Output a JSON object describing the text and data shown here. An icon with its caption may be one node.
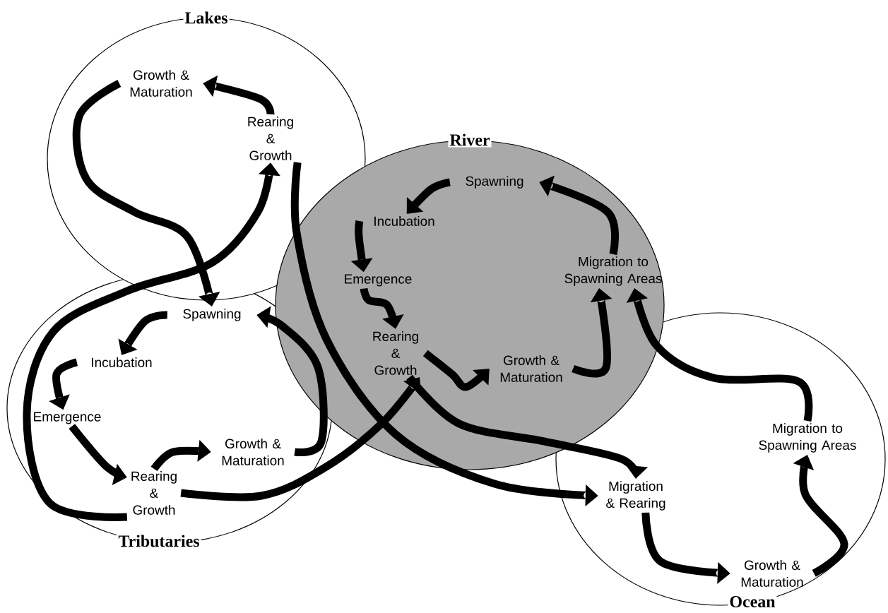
{
  "diagram": {
    "nodes": [
      {
        "text": [
          "Lakes"
        ]
      },
      {
        "text": [
          "Growth & Maturation"
        ],
        "in": 0
      },
      {
        "text": [
          "Rearing & Growth"
        ],
        "in": 0
      },
      {
        "text": [
          "River"
        ]
      },
      {
        "text": [
          "Spawning"
        ],
        "in": 3
      },
      {
        "text": [
          "Incubation"
        ],
        "in": 3
      },
      {
        "text": [
          "Emergence"
        ],
        "in": 3
      },
      {
        "text": [
          "Rearing & Growth"
        ],
        "in": 3
      },
      {
        "text": [
          "Growth & Maturation"
        ],
        "in": 3
      },
      {
        "text": [
          "Migration to Spawning Areas"
        ],
        "in": 3
      },
      {
        "text": [
          "Tributaries"
        ]
      },
      {
        "text": [
          "Spawning"
        ],
        "in": 10
      },
      {
        "text": [
          "Incubation"
        ],
        "in": 10
      },
      {
        "text": [
          "Emergence"
        ],
        "in": 10
      },
      {
        "text": [
          "Rearing & Growth"
        ],
        "in": 10
      },
      {
        "text": [
          "Growth & Maturation"
        ],
        "in": 10
      },
      {
        "text": [
          "Ocean"
        ]
      },
      {
        "text": [
          "Migration & Rearing"
        ],
        "in": 16
      },
      {
        "text": [
          "Growth & Maturation"
        ],
        "in": 16
      },
      {
        "text": [
          "Migration to Spawning Areas"
        ],
        "in": 16
      }
    ],
    "edges": [
      {
        "from": 2,
        "to": 1,
        "arrow": "to"
      },
      {
        "from": 1,
        "to": 11,
        "arrow": "to"
      },
      {
        "from": 14,
        "to": 2,
        "arrow": "to"
      },
      {
        "from": 2,
        "to": 17,
        "arrow": "to"
      },
      {
        "from": 4,
        "to": 5,
        "arrow": "to"
      },
      {
        "from": 5,
        "to": 6,
        "arrow": "to"
      },
      {
        "from": 6,
        "to": 7,
        "arrow": "to"
      },
      {
        "from": 7,
        "to": 8,
        "arrow": "to"
      },
      {
        "from": 8,
        "to": 9,
        "arrow": "to"
      },
      {
        "from": 9,
        "to": 4,
        "arrow": "to"
      },
      {
        "from": 7,
        "to": 17,
        "arrow": "to"
      },
      {
        "from": 17,
        "to": 18,
        "arrow": "to"
      },
      {
        "from": 18,
        "to": 19,
        "arrow": "to"
      },
      {
        "from": 19,
        "to": 9,
        "arrow": "to"
      },
      {
        "from": 11,
        "to": 12,
        "arrow": "to"
      },
      {
        "from": 12,
        "to": 13,
        "arrow": "to"
      },
      {
        "from": 13,
        "to": 14,
        "arrow": "to"
      },
      {
        "from": 14,
        "to": 15,
        "arrow": "to"
      },
      {
        "from": 15,
        "to": 11,
        "arrow": "to"
      },
      {
        "from": 14,
        "to": 7,
        "arrow": "to"
      }
    ]
  }
}
